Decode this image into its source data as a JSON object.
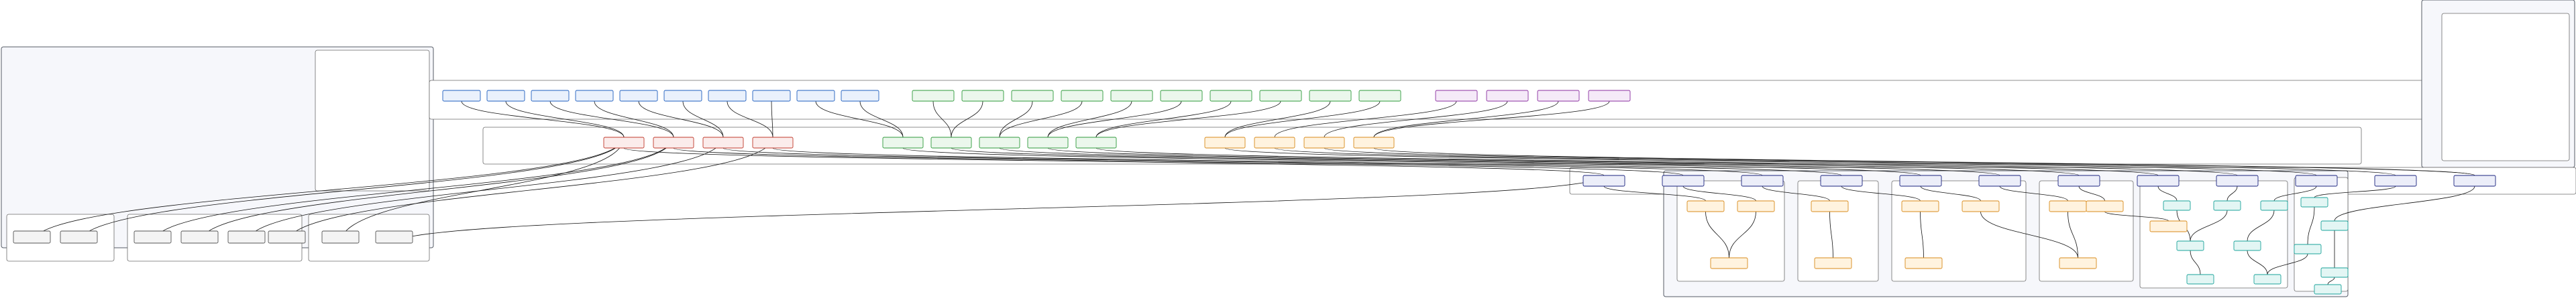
{
  "palette": {
    "blue": "#1f5fbf",
    "green": "#2e9a3a",
    "purple": "#8a2f9f",
    "red": "#c0392b",
    "orange": "#d88a1a",
    "navy": "#1a237e",
    "teal": "#1aa39a",
    "gray": "#555555"
  },
  "clusters": [
    {
      "id": "c_left_outer",
      "label": "",
      "kind": "outer"
    },
    {
      "id": "c_left_inner",
      "label": "",
      "kind": "sub"
    },
    {
      "id": "c_left_bottom_a",
      "label": "",
      "kind": "sub"
    },
    {
      "id": "c_left_bottom_b",
      "label": "",
      "kind": "sub"
    },
    {
      "id": "c_left_bottom_c",
      "label": "",
      "kind": "sub"
    },
    {
      "id": "c_mid_top",
      "label": "",
      "kind": "sub"
    },
    {
      "id": "c_mid_bottom",
      "label": "",
      "kind": "sub"
    },
    {
      "id": "c_right_top",
      "label": "",
      "kind": "outer"
    },
    {
      "id": "c_right_top_inner",
      "label": "",
      "kind": "sub"
    },
    {
      "id": "c_right_top_row",
      "label": "",
      "kind": "sub"
    },
    {
      "id": "c_bottom_outer",
      "label": "",
      "kind": "outer"
    },
    {
      "id": "c_bottom_a",
      "label": "",
      "kind": "sub"
    },
    {
      "id": "c_bottom_b",
      "label": "",
      "kind": "sub"
    },
    {
      "id": "c_bottom_c",
      "label": "",
      "kind": "sub"
    },
    {
      "id": "c_bottom_d",
      "label": "",
      "kind": "sub"
    },
    {
      "id": "c_bottom_e",
      "label": "",
      "kind": "sub"
    },
    {
      "id": "c_bottom_right",
      "label": "",
      "kind": "sub"
    }
  ],
  "nodes": [
    {
      "id": "n1",
      "label": "",
      "color": "gray"
    },
    {
      "id": "n2",
      "label": "",
      "color": "gray"
    },
    {
      "id": "n3",
      "label": "",
      "color": "gray"
    },
    {
      "id": "n4",
      "label": "",
      "color": "gray"
    },
    {
      "id": "n5",
      "label": "",
      "color": "gray"
    },
    {
      "id": "n6",
      "label": "",
      "color": "gray"
    },
    {
      "id": "n7",
      "label": "",
      "color": "gray"
    },
    {
      "id": "n8",
      "label": "",
      "color": "gray"
    },
    {
      "id": "n9",
      "label": "",
      "color": "blue"
    },
    {
      "id": "n10",
      "label": "",
      "color": "blue"
    },
    {
      "id": "n11",
      "label": "",
      "color": "blue"
    },
    {
      "id": "n12",
      "label": "",
      "color": "blue"
    },
    {
      "id": "n13",
      "label": "",
      "color": "blue"
    },
    {
      "id": "n14",
      "label": "",
      "color": "blue"
    },
    {
      "id": "n15",
      "label": "",
      "color": "blue"
    },
    {
      "id": "n16",
      "label": "",
      "color": "blue"
    },
    {
      "id": "n17",
      "label": "",
      "color": "blue"
    },
    {
      "id": "n18",
      "label": "",
      "color": "blue"
    },
    {
      "id": "n19",
      "label": "",
      "color": "green"
    },
    {
      "id": "n20",
      "label": "",
      "color": "green"
    },
    {
      "id": "n21",
      "label": "",
      "color": "green"
    },
    {
      "id": "n22",
      "label": "",
      "color": "green"
    },
    {
      "id": "n23",
      "label": "",
      "color": "green"
    },
    {
      "id": "n24",
      "label": "",
      "color": "green"
    },
    {
      "id": "n25",
      "label": "",
      "color": "green"
    },
    {
      "id": "n26",
      "label": "",
      "color": "green"
    },
    {
      "id": "n27",
      "label": "",
      "color": "green"
    },
    {
      "id": "n28",
      "label": "",
      "color": "green"
    },
    {
      "id": "n29",
      "label": "",
      "color": "purple"
    },
    {
      "id": "n30",
      "label": "",
      "color": "purple"
    },
    {
      "id": "n31",
      "label": "",
      "color": "purple"
    },
    {
      "id": "n32",
      "label": "",
      "color": "purple"
    },
    {
      "id": "n33",
      "label": "",
      "color": "red"
    },
    {
      "id": "n34",
      "label": "",
      "color": "red"
    },
    {
      "id": "n35",
      "label": "",
      "color": "red"
    },
    {
      "id": "n36",
      "label": "",
      "color": "red"
    },
    {
      "id": "n37",
      "label": "",
      "color": "green"
    },
    {
      "id": "n38",
      "label": "",
      "color": "green"
    },
    {
      "id": "n39",
      "label": "",
      "color": "green"
    },
    {
      "id": "n40",
      "label": "",
      "color": "green"
    },
    {
      "id": "n41",
      "label": "",
      "color": "green"
    },
    {
      "id": "n42",
      "label": "",
      "color": "orange"
    },
    {
      "id": "n43",
      "label": "",
      "color": "orange"
    },
    {
      "id": "n44",
      "label": "",
      "color": "orange"
    },
    {
      "id": "n45",
      "label": "",
      "color": "orange"
    },
    {
      "id": "n46",
      "label": "",
      "color": "navy"
    },
    {
      "id": "n47",
      "label": "",
      "color": "navy"
    },
    {
      "id": "n48",
      "label": "",
      "color": "navy"
    },
    {
      "id": "n49",
      "label": "",
      "color": "navy"
    },
    {
      "id": "n50",
      "label": "",
      "color": "navy"
    },
    {
      "id": "n51",
      "label": "",
      "color": "navy"
    },
    {
      "id": "n52",
      "label": "",
      "color": "navy"
    },
    {
      "id": "n53",
      "label": "",
      "color": "navy"
    },
    {
      "id": "n54",
      "label": "",
      "color": "navy"
    },
    {
      "id": "n55",
      "label": "",
      "color": "navy"
    },
    {
      "id": "n56",
      "label": "",
      "color": "navy"
    },
    {
      "id": "n57",
      "label": "",
      "color": "navy"
    },
    {
      "id": "n58",
      "label": "",
      "color": "orange"
    },
    {
      "id": "n59",
      "label": "",
      "color": "orange"
    },
    {
      "id": "n60",
      "label": "",
      "color": "orange"
    },
    {
      "id": "n61",
      "label": "",
      "color": "orange"
    },
    {
      "id": "n62",
      "label": "",
      "color": "orange"
    },
    {
      "id": "n63",
      "label": "",
      "color": "orange"
    },
    {
      "id": "n64",
      "label": "",
      "color": "orange"
    },
    {
      "id": "n65",
      "label": "",
      "color": "orange"
    },
    {
      "id": "n66",
      "label": "",
      "color": "orange"
    },
    {
      "id": "n67",
      "label": "",
      "color": "orange"
    },
    {
      "id": "n68",
      "label": "",
      "color": "orange"
    },
    {
      "id": "n69",
      "label": "",
      "color": "orange"
    },
    {
      "id": "n70",
      "label": "",
      "color": "teal"
    },
    {
      "id": "n71",
      "label": "",
      "color": "teal"
    },
    {
      "id": "n72",
      "label": "",
      "color": "teal"
    },
    {
      "id": "n73",
      "label": "",
      "color": "teal"
    },
    {
      "id": "n74",
      "label": "",
      "color": "teal"
    },
    {
      "id": "n75",
      "label": "",
      "color": "teal"
    },
    {
      "id": "n76",
      "label": "",
      "color": "teal"
    },
    {
      "id": "n77",
      "label": "",
      "color": "teal"
    },
    {
      "id": "n78",
      "label": "",
      "color": "teal"
    },
    {
      "id": "n79",
      "label": "",
      "color": "teal"
    },
    {
      "id": "n80",
      "label": "",
      "color": "teal"
    },
    {
      "id": "n81",
      "label": "",
      "color": "teal"
    }
  ],
  "edges": [
    [
      "n1",
      "n33"
    ],
    [
      "n2",
      "n33"
    ],
    [
      "n3",
      "n34"
    ],
    [
      "n4",
      "n34"
    ],
    [
      "n5",
      "n35"
    ],
    [
      "n6",
      "n36"
    ],
    [
      "n9",
      "n33"
    ],
    [
      "n10",
      "n33"
    ],
    [
      "n11",
      "n34"
    ],
    [
      "n12",
      "n34"
    ],
    [
      "n13",
      "n35"
    ],
    [
      "n14",
      "n35"
    ],
    [
      "n15",
      "n36"
    ],
    [
      "n16",
      "n36"
    ],
    [
      "n17",
      "n37"
    ],
    [
      "n18",
      "n37"
    ],
    [
      "n19",
      "n38"
    ],
    [
      "n20",
      "n38"
    ],
    [
      "n21",
      "n39"
    ],
    [
      "n22",
      "n39"
    ],
    [
      "n23",
      "n40"
    ],
    [
      "n24",
      "n40"
    ],
    [
      "n25",
      "n41"
    ],
    [
      "n26",
      "n41"
    ],
    [
      "n27",
      "n42"
    ],
    [
      "n28",
      "n42"
    ],
    [
      "n29",
      "n43"
    ],
    [
      "n30",
      "n44"
    ],
    [
      "n31",
      "n45"
    ],
    [
      "n32",
      "n45"
    ],
    [
      "n33",
      "n46"
    ],
    [
      "n34",
      "n47"
    ],
    [
      "n35",
      "n48"
    ],
    [
      "n36",
      "n49"
    ],
    [
      "n37",
      "n50"
    ],
    [
      "n38",
      "n51"
    ],
    [
      "n39",
      "n52"
    ],
    [
      "n40",
      "n53"
    ],
    [
      "n41",
      "n54"
    ],
    [
      "n42",
      "n55"
    ],
    [
      "n43",
      "n56"
    ],
    [
      "n44",
      "n57"
    ],
    [
      "n45",
      "n57"
    ],
    [
      "n46",
      "n58"
    ],
    [
      "n47",
      "n59"
    ],
    [
      "n48",
      "n60"
    ],
    [
      "n49",
      "n61"
    ],
    [
      "n50",
      "n62"
    ],
    [
      "n51",
      "n63"
    ],
    [
      "n52",
      "n64"
    ],
    [
      "n53",
      "n70"
    ],
    [
      "n54",
      "n71"
    ],
    [
      "n55",
      "n72"
    ],
    [
      "n56",
      "n73"
    ],
    [
      "n57",
      "n74"
    ],
    [
      "n58",
      "n65"
    ],
    [
      "n59",
      "n65"
    ],
    [
      "n60",
      "n66"
    ],
    [
      "n61",
      "n67"
    ],
    [
      "n62",
      "n68"
    ],
    [
      "n63",
      "n68"
    ],
    [
      "n64",
      "n69"
    ],
    [
      "n70",
      "n75"
    ],
    [
      "n71",
      "n75"
    ],
    [
      "n72",
      "n76"
    ],
    [
      "n73",
      "n77"
    ],
    [
      "n74",
      "n78"
    ],
    [
      "n75",
      "n79"
    ],
    [
      "n76",
      "n80"
    ],
    [
      "n77",
      "n80"
    ],
    [
      "n78",
      "n81"
    ],
    [
      "n7",
      "n33"
    ],
    [
      "n8",
      "n46"
    ]
  ]
}
